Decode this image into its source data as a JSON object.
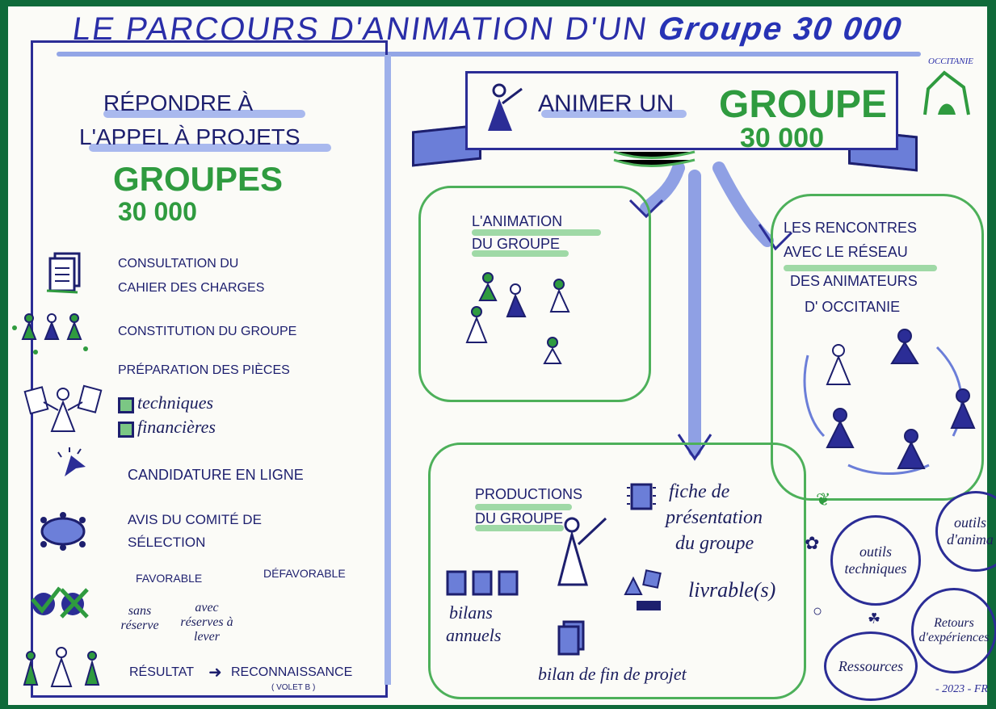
{
  "title": {
    "prefix": "LE PARCOURS D'ANIMATION D'UN",
    "emphasis": "Groupe 30 000"
  },
  "occitanie_logo": "OCCITANIE",
  "left_panel": {
    "heading_line1": "RÉPONDRE À",
    "heading_line2": "L'APPEL À PROJETS",
    "groups_label": "GROUPES",
    "groups_number": "30 000",
    "steps": {
      "consultation_line1": "CONSULTATION DU",
      "consultation_line2": "CAHIER DES CHARGES",
      "constitution": "CONSTITUTION DU GROUPE",
      "preparation": "PRÉPARATION DES PIÈCES",
      "techniques": "techniques",
      "financieres": "financières",
      "candidature": "CANDIDATURE EN LIGNE",
      "avis_line1": "AVIS DU COMITÉ DE",
      "avis_line2": "SÉLECTION",
      "favorable": "FAVORABLE",
      "defavorable": "DÉFAVORABLE",
      "sans_reserve": "sans réserve",
      "avec_reserves": "avec réserves à lever",
      "resultat": "RÉSULTAT",
      "reconnaissance": "RECONNAISSANCE",
      "volet": "( VOLET B )"
    }
  },
  "banner": {
    "text1": "ANIMER UN",
    "text2": "GROUPE",
    "text3": "30 000"
  },
  "animation_box": {
    "line1": "L'ANIMATION",
    "line2": "DU GROUPE"
  },
  "rencontres_box": {
    "line1": "LES RENCONTRES",
    "line2": "AVEC LE RÉSEAU",
    "line3": "DES ANIMATEURS",
    "line4": "D' OCCITANIE"
  },
  "productions_box": {
    "heading_line1": "PRODUCTIONS",
    "heading_line2": "DU GROUPE",
    "fiche_line1": "fiche de",
    "fiche_line2": "présentation",
    "fiche_line3": "du groupe",
    "livrables": "livrable(s)",
    "bilans_line1": "bilans",
    "bilans_line2": "annuels",
    "bilan_fin": "bilan de fin de projet"
  },
  "bubbles": {
    "outils_techniques": "outils techniques",
    "outils_animation": "outils d'anima",
    "ressources": "Ressources",
    "retours": "Retours d'expériences"
  },
  "signature": "- 2023 - FR"
}
